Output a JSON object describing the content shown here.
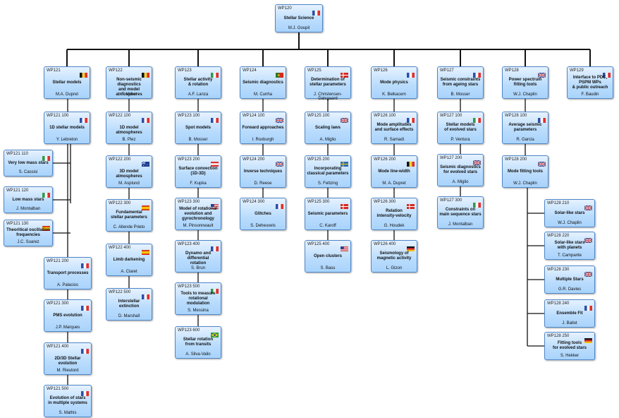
{
  "nodes": [
    {
      "id": "WP120",
      "code": "WP120",
      "title": "Stellar Science",
      "person": "M.J. Goupil",
      "flag": "fr"
    },
    {
      "id": "WP121",
      "code": "WP121",
      "title": "Stellar models",
      "person": "M.A. Dupret",
      "flag": "be"
    },
    {
      "id": "WP122",
      "code": "WP122",
      "title": "Non-seismic diagnostics\nand model atmospheres",
      "person": "T. Morel",
      "flag": "be"
    },
    {
      "id": "WP123",
      "code": "WP123",
      "title": "Stellar activity\n& rotation",
      "person": "A.F. Lanza",
      "flag": "it"
    },
    {
      "id": "WP124",
      "code": "WP124",
      "title": "Seismic diagnostics",
      "person": "M. Cunha",
      "flag": "pt"
    },
    {
      "id": "WP125",
      "code": "WP125",
      "title": "Determination of\nstellar parameters",
      "person": "J. Christensen-Dalsgaard",
      "flag": "dk"
    },
    {
      "id": "WP126",
      "code": "WP126",
      "title": "Mode physics",
      "person": "K. Belkacem",
      "flag": "fr"
    },
    {
      "id": "WP127",
      "code": "WP127",
      "title": "Seismic constraints\nfrom ageing stars",
      "person": "B. Mosser",
      "flag": "fr"
    },
    {
      "id": "WP128",
      "code": "WP128",
      "title": "Power spectrum\nfitting tools",
      "person": "W.J. Chaplin",
      "flag": "gb"
    },
    {
      "id": "WP129",
      "code": "WP129",
      "title": "Interface to PDC,\nPSPM WPs\n& public outreach",
      "person": "F. Baudin",
      "flag": "fr"
    },
    {
      "id": "WP121_100",
      "code": "WP121 100",
      "title": "1D stellar models",
      "person": "Y. Lebreton",
      "flag": "fr"
    },
    {
      "id": "WP121_110",
      "code": "WP121 110",
      "title": "Very low mass stars",
      "person": "S. Cassisi",
      "flag": "it"
    },
    {
      "id": "WP121_120",
      "code": "WP121 120",
      "title": "Low mass stars",
      "person": "J. Montalban",
      "flag": "it"
    },
    {
      "id": "WP121_130",
      "code": "WP121 130",
      "title": "Theoritical oscillation\nfrequencies",
      "person": "J.C. Suarez",
      "flag": "es"
    },
    {
      "id": "WP121_200",
      "code": "WP121 200",
      "title": "Transport processes",
      "person": "A. Palacios",
      "flag": "fr"
    },
    {
      "id": "WP121_300",
      "code": "WP121 300",
      "title": "PMS evolution",
      "person": "J.P. Marques",
      "flag": "fr"
    },
    {
      "id": "WP121_400",
      "code": "WP121 400",
      "title": "2D/3D Stellar evolution",
      "person": "M. Rieutord",
      "flag": "fr"
    },
    {
      "id": "WP121_500",
      "code": "WP121 500",
      "title": "Evolution of stars\nin multiple systems",
      "person": "S. Mathis",
      "flag": "fr"
    },
    {
      "id": "WP122_100",
      "code": "WP122 100",
      "title": "1D model atmospheres",
      "person": "B. Plez",
      "flag": "fr"
    },
    {
      "id": "WP122_200",
      "code": "WP122 200",
      "title": "3D model atmospheres",
      "person": "M. Asplund",
      "flag": "au"
    },
    {
      "id": "WP122_300",
      "code": "WP122 300",
      "title": "Fundamental\nstellar parameters",
      "person": "C. Allende Prieto",
      "flag": "es"
    },
    {
      "id": "WP122_400",
      "code": "WP122 400",
      "title": "Limb darkening",
      "person": "A. Claret",
      "flag": "es"
    },
    {
      "id": "WP122_500",
      "code": "WP122 500",
      "title": "Interstellar\nextinction",
      "person": "D. Marshall",
      "flag": "fr"
    },
    {
      "id": "WP123_100",
      "code": "WP123 100",
      "title": "Spot models",
      "person": "B. Mosser",
      "flag": "fr"
    },
    {
      "id": "WP123_200",
      "code": "WP123 200",
      "title": "Surface convection\n(1D-3D)",
      "person": "F. Kupka",
      "flag": "at"
    },
    {
      "id": "WP123_300",
      "code": "WP123 300",
      "title": "Model of rotational\nevolution and\ngyrochronology",
      "person": "M. Pinsonneault",
      "flag": "us"
    },
    {
      "id": "WP123_400",
      "code": "WP123 400",
      "title": "Dynamo and differential\nrotation",
      "person": "S. Brun",
      "flag": "fr"
    },
    {
      "id": "WP123_500",
      "code": "WP123 500",
      "title": "Tools to measure\nrotational\nmodulation",
      "person": "S. Messina",
      "flag": "it"
    },
    {
      "id": "WP123_600",
      "code": "WP123 600",
      "title": "Stellar rotation\nfrom transits",
      "person": "A. Silva-Valio",
      "flag": "br"
    },
    {
      "id": "WP124_100",
      "code": "WP124 100",
      "title": "Forward approaches",
      "person": "I. Roxburgh",
      "flag": "gb"
    },
    {
      "id": "WP124_200",
      "code": "WP124 200",
      "title": "Inverse techniques",
      "person": "D. Reese",
      "flag": "gb"
    },
    {
      "id": "WP124_300",
      "code": "WP124 300",
      "title": "Glitches",
      "person": "S. Deheuvels",
      "flag": "fr"
    },
    {
      "id": "WP125_100",
      "code": "WP125 100",
      "title": "Scaling laws",
      "person": "A. Miglio",
      "flag": "gb"
    },
    {
      "id": "WP125_200",
      "code": "WP125 200",
      "title": "Incorporating\nclassical parameters",
      "person": "S. Feltzing",
      "flag": "se"
    },
    {
      "id": "WP125_300",
      "code": "WP125 300",
      "title": "Seismic parameters",
      "person": "C. Karoff",
      "flag": "dk"
    },
    {
      "id": "WP125_400",
      "code": "WP125 400",
      "title": "Open clusters",
      "person": "S. Basu",
      "flag": "us"
    },
    {
      "id": "WP126_100",
      "code": "WP126 100",
      "title": "Mode amplitudes\nand surface effects",
      "person": "R. Samadi",
      "flag": "fr"
    },
    {
      "id": "WP126_200",
      "code": "WP126 200",
      "title": "Mode line-width",
      "person": "M. A. Dupret",
      "flag": "be"
    },
    {
      "id": "WP126_300",
      "code": "WP126 300",
      "title": "Relation\nintensity-velocity",
      "person": "G. Houdek",
      "flag": "dk"
    },
    {
      "id": "WP126_400",
      "code": "WP126 400",
      "title": "Seismology of\nmagnetic activity",
      "person": "L. Gizon",
      "flag": "de"
    },
    {
      "id": "WP127_100",
      "code": "WP127 100",
      "title": "Stellar models\nof evolved stars",
      "person": "P. Ventura",
      "flag": "it"
    },
    {
      "id": "WP127_200",
      "code": "WP127 200",
      "title": "Seismic diagnostics\nfor evolved stars",
      "person": "A. Miglio",
      "flag": "gb"
    },
    {
      "id": "WP127_300",
      "code": "WP127 300",
      "title": "Constraints on\nmain sequence stars",
      "person": "J. Montalban",
      "flag": "it"
    },
    {
      "id": "WP128_100",
      "code": "WP128 100",
      "title": "Average seismic\nparameters",
      "person": "R. Garcia",
      "flag": "fr"
    },
    {
      "id": "WP128_200",
      "code": "WP128 200",
      "title": "Mode fitting tools",
      "person": "W.J. Chaplin",
      "flag": "gb"
    },
    {
      "id": "WP128_210",
      "code": "WP128 210",
      "title": "Solar-like stars",
      "person": "W.J. Chaplin",
      "flag": "gb"
    },
    {
      "id": "WP128_220",
      "code": "WP128 220",
      "title": "Solar-like stars\nwith planets",
      "person": "T. Campante",
      "flag": "gb"
    },
    {
      "id": "WP128_230",
      "code": "WP128 230",
      "title": "Multiple Stars",
      "person": "G.R. Davies",
      "flag": "gb"
    },
    {
      "id": "WP128_240",
      "code": "WP128 240",
      "title": "Ensemble Fit",
      "person": "J. Ballot",
      "flag": "fr"
    },
    {
      "id": "WP128_250",
      "code": "WP128 250",
      "title": "Fitting tools\nfor evolved stars",
      "person": "S. Hekker",
      "flag": "de"
    }
  ],
  "edges": [
    [
      "WP120",
      "WP121"
    ],
    [
      "WP120",
      "WP122"
    ],
    [
      "WP120",
      "WP123"
    ],
    [
      "WP120",
      "WP124"
    ],
    [
      "WP120",
      "WP125"
    ],
    [
      "WP120",
      "WP126"
    ],
    [
      "WP120",
      "WP127"
    ],
    [
      "WP120",
      "WP128"
    ],
    [
      "WP120",
      "WP129"
    ],
    [
      "WP121",
      "WP121_100"
    ],
    [
      "WP121_100",
      "WP121_110"
    ],
    [
      "WP121_100",
      "WP121_120"
    ],
    [
      "WP121_100",
      "WP121_130"
    ],
    [
      "WP121",
      "WP121_200"
    ],
    [
      "WP121",
      "WP121_300"
    ],
    [
      "WP121",
      "WP121_400"
    ],
    [
      "WP121",
      "WP121_500"
    ],
    [
      "WP122",
      "WP122_100"
    ],
    [
      "WP122",
      "WP122_200"
    ],
    [
      "WP122",
      "WP122_300"
    ],
    [
      "WP122",
      "WP122_400"
    ],
    [
      "WP122",
      "WP122_500"
    ],
    [
      "WP123",
      "WP123_100"
    ],
    [
      "WP123",
      "WP123_200"
    ],
    [
      "WP123",
      "WP123_300"
    ],
    [
      "WP123",
      "WP123_400"
    ],
    [
      "WP123",
      "WP123_500"
    ],
    [
      "WP123",
      "WP123_600"
    ],
    [
      "WP124",
      "WP124_100"
    ],
    [
      "WP124",
      "WP124_200"
    ],
    [
      "WP124",
      "WP124_300"
    ],
    [
      "WP125",
      "WP125_100"
    ],
    [
      "WP125",
      "WP125_200"
    ],
    [
      "WP125",
      "WP125_300"
    ],
    [
      "WP125",
      "WP125_400"
    ],
    [
      "WP126",
      "WP126_100"
    ],
    [
      "WP126",
      "WP126_200"
    ],
    [
      "WP126",
      "WP126_300"
    ],
    [
      "WP126",
      "WP126_400"
    ],
    [
      "WP127",
      "WP127_100"
    ],
    [
      "WP127",
      "WP127_200"
    ],
    [
      "WP127",
      "WP127_300"
    ],
    [
      "WP128",
      "WP128_100"
    ],
    [
      "WP128",
      "WP128_200"
    ],
    [
      "WP128_200",
      "WP128_210"
    ],
    [
      "WP128_200",
      "WP128_220"
    ],
    [
      "WP128_200",
      "WP128_230"
    ],
    [
      "WP128_200",
      "WP128_240"
    ],
    [
      "WP128_200",
      "WP128_250"
    ]
  ]
}
